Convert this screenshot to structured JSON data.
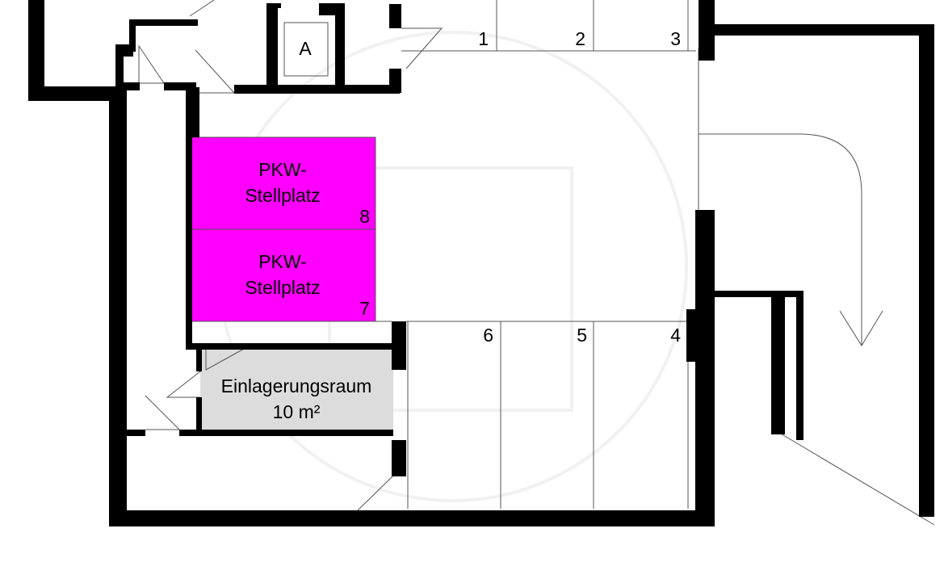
{
  "colors": {
    "highlight": "#ff00ff",
    "storage": "#dcdcdc",
    "wall": "#000000"
  },
  "elevator_label": "A",
  "parking_top": [
    "1",
    "2",
    "3"
  ],
  "parking_bottom": [
    "6",
    "5",
    "4"
  ],
  "highlighted_spaces": [
    {
      "line1": "PKW-",
      "line2": "Stellplatz",
      "number": "8"
    },
    {
      "line1": "PKW-",
      "line2": "Stellplatz",
      "number": "7"
    }
  ],
  "storage": {
    "name": "Einlagerungsraum",
    "area": "10 m²"
  }
}
